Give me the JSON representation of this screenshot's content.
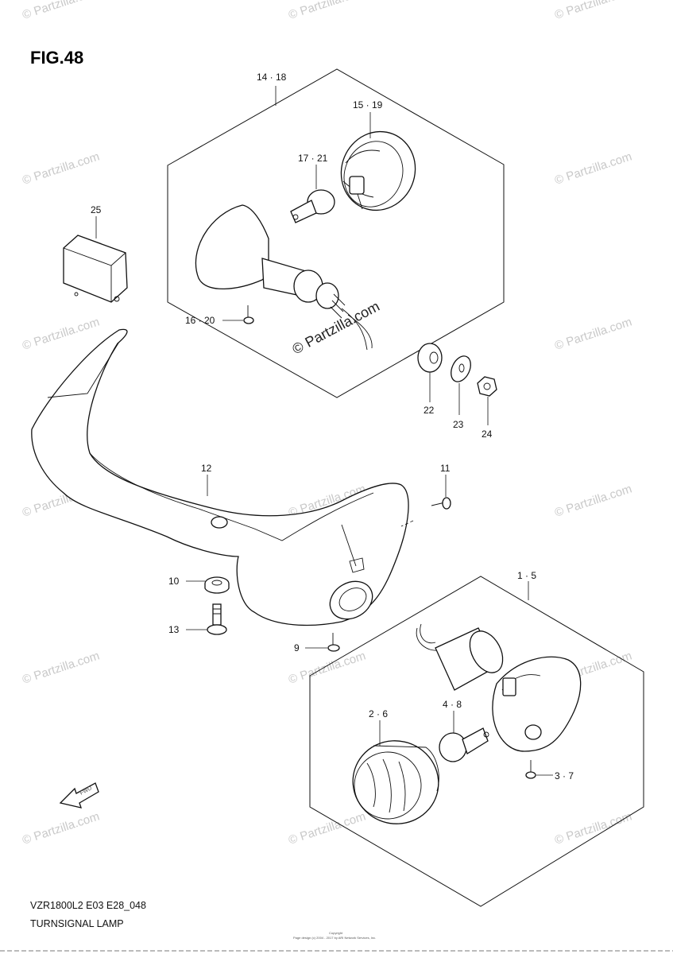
{
  "figure": {
    "title": "FIG.48"
  },
  "callouts": {
    "c14_18": "14 · 18",
    "c15_19": "15 · 19",
    "c17_21": "17 · 21",
    "c16_20": "16 · 20",
    "c25": "25",
    "c22": "22",
    "c23": "23",
    "c24": "24",
    "c12": "12",
    "c11": "11",
    "c10": "10",
    "c13": "13",
    "c9": "9",
    "c1_5": "1 · 5",
    "c2_6": "2 · 6",
    "c4_8": "4 · 8",
    "c3_7": "3 · 7"
  },
  "fwd_arrow": {
    "label": "FWD"
  },
  "footer": {
    "model_code": "VZR1800L2 E03 E28_048",
    "section_name": "TURNSIGNAL LAMP",
    "copyright_line1": "Copyright",
    "copyright_line2": "Page design (c) 2004 - 2017 by ARI Network Services, Inc."
  },
  "watermark": {
    "text": "© Partzilla.com"
  }
}
